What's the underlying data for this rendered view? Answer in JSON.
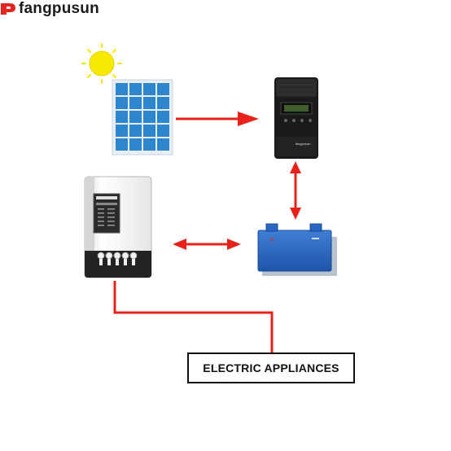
{
  "brand": {
    "name": "fangpusun",
    "color": "#e52421"
  },
  "controller": {
    "brand_text": "fangpusun"
  },
  "appliances": {
    "label": "ELECTRIC APPLIANCES"
  },
  "colors": {
    "arrow": "#e8221b",
    "sun": "#f6e800",
    "panel": "#2e86cf",
    "battery": "#2a66c2",
    "controller": "#1a1a1a",
    "inverter": "#f2f2f2"
  }
}
